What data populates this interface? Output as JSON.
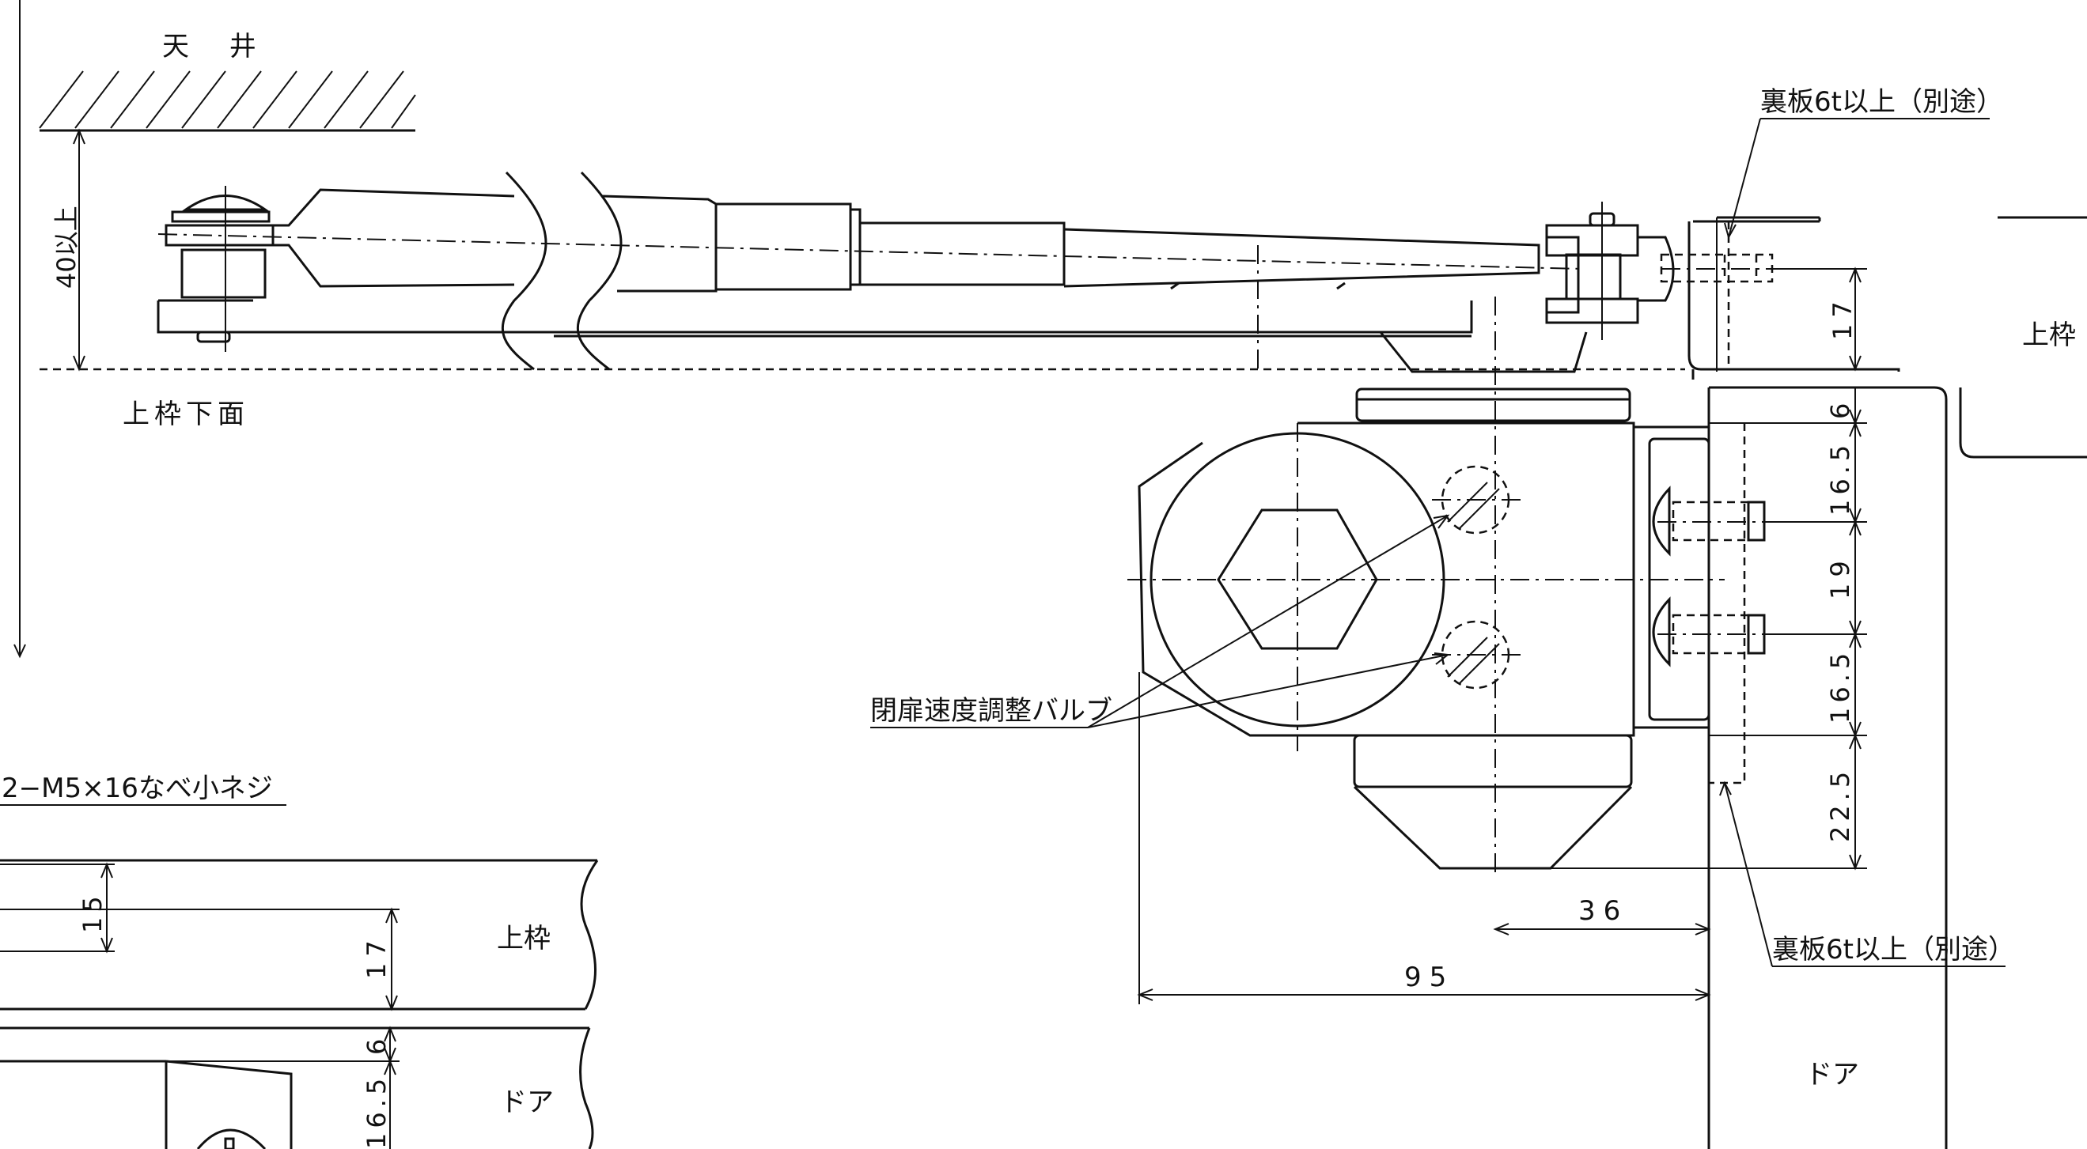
{
  "labels": {
    "ceiling": "天 井",
    "min40": "40以上",
    "frame_bottom": "上枠下面",
    "backplate_top": "裏板6t以上（別途）",
    "backplate_bottom": "裏板6t以上（別途）",
    "frame_right": "上枠",
    "frame_left": "上枠",
    "door_right": "ドア",
    "door_left": "ドア",
    "valve": "閉扉速度調整バルブ",
    "screws": "2−M5×16なべ小ネジ"
  },
  "dims": {
    "d17_top": "17",
    "d6": "6",
    "d16_5_a": "16.5",
    "d19": "19",
    "d16_5_b": "16.5",
    "d22_5": "22.5",
    "d36": "36",
    "d95": "95",
    "d15": "15",
    "d17_left": "17",
    "d6_left": "6",
    "d16_5_left": "16.5"
  }
}
